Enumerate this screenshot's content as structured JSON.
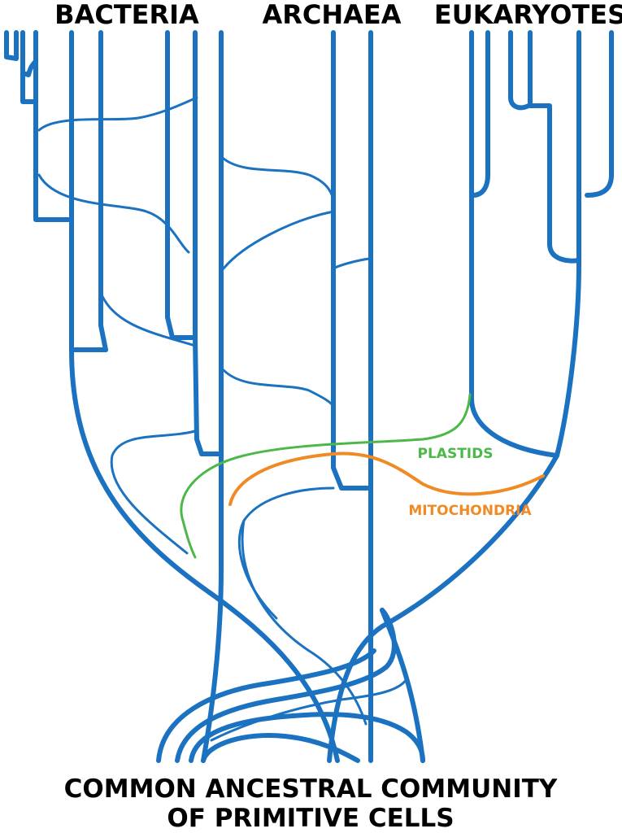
{
  "domains": {
    "bacteria": "BACTERIA",
    "archaea": "ARCHAEA",
    "eukaryotes": "EUKARYOTES"
  },
  "events": {
    "plastids": "PLASTIDS",
    "mitochondria": "MITOCHONDRIA"
  },
  "root": {
    "line1": "COMMON ANCESTRAL COMMUNITY",
    "line2": "OF PRIMITIVE CELLS"
  },
  "colors": {
    "lineage": "#1b72c0",
    "plastids": "#4cb848",
    "mitochondria": "#f08a24",
    "text": "#000000"
  }
}
